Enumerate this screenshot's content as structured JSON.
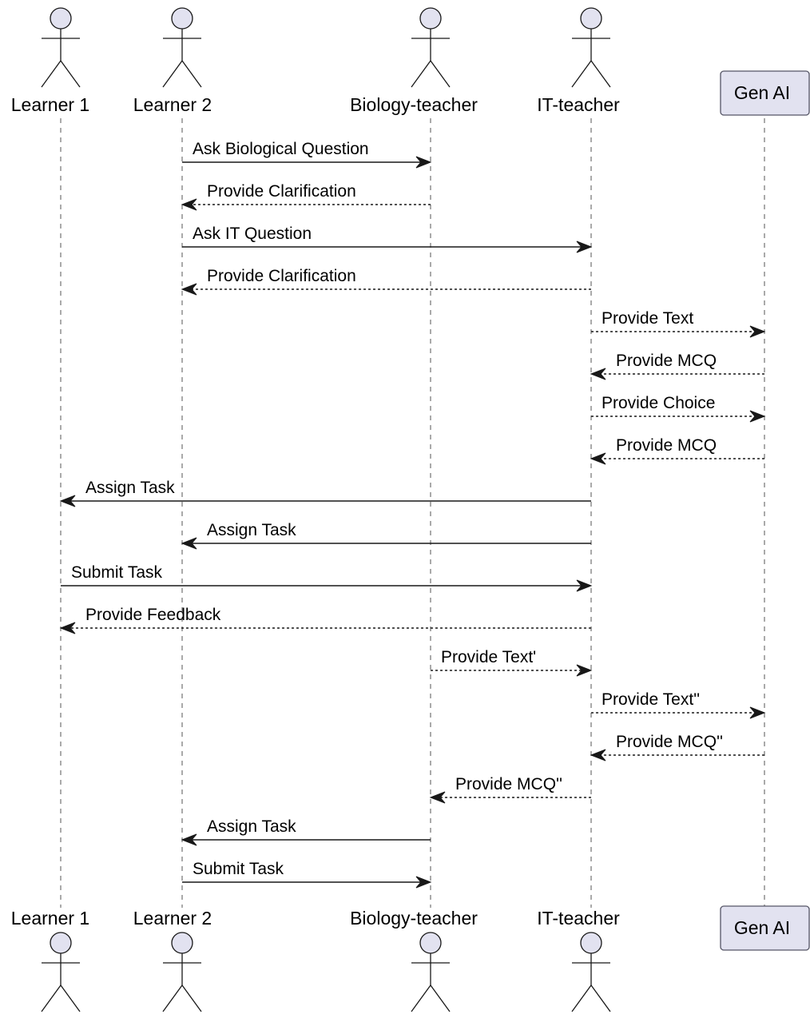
{
  "diagram": {
    "colors": {
      "actor_fill": "#e2e2f0",
      "actor_stroke": "#181818",
      "box_fill": "#e2e2f0",
      "box_stroke": "#555566",
      "lifeline": "#555555",
      "arrow": "#181818"
    },
    "participants": [
      {
        "id": "learner1",
        "label": "Learner 1",
        "kind": "actor"
      },
      {
        "id": "learner2",
        "label": "Learner 2",
        "kind": "actor"
      },
      {
        "id": "bio",
        "label": "Biology-teacher",
        "kind": "actor"
      },
      {
        "id": "it",
        "label": "IT-teacher",
        "kind": "actor"
      },
      {
        "id": "genai",
        "label": "Gen AI",
        "kind": "participant"
      }
    ],
    "messages": [
      {
        "from": "learner2",
        "to": "bio",
        "label": "Ask Biological Question",
        "style": "solid"
      },
      {
        "from": "bio",
        "to": "learner2",
        "label": "Provide Clarification",
        "style": "dashed"
      },
      {
        "from": "learner2",
        "to": "it",
        "label": "Ask IT Question",
        "style": "solid"
      },
      {
        "from": "it",
        "to": "learner2",
        "label": "Provide Clarification",
        "style": "dashed"
      },
      {
        "from": "it",
        "to": "genai",
        "label": "Provide Text",
        "style": "dashed"
      },
      {
        "from": "genai",
        "to": "it",
        "label": "Provide MCQ",
        "style": "dashed"
      },
      {
        "from": "it",
        "to": "genai",
        "label": "Provide Choice",
        "style": "dashed"
      },
      {
        "from": "genai",
        "to": "it",
        "label": "Provide MCQ",
        "style": "dashed"
      },
      {
        "from": "it",
        "to": "learner1",
        "label": "Assign Task",
        "style": "solid"
      },
      {
        "from": "it",
        "to": "learner2",
        "label": "Assign Task",
        "style": "solid"
      },
      {
        "from": "learner1",
        "to": "it",
        "label": "Submit Task",
        "style": "solid"
      },
      {
        "from": "it",
        "to": "learner1",
        "label": "Provide Feedback",
        "style": "dashed"
      },
      {
        "from": "bio",
        "to": "it",
        "label": "Provide Text'",
        "style": "dashed"
      },
      {
        "from": "it",
        "to": "genai",
        "label": "Provide Text''",
        "style": "dashed"
      },
      {
        "from": "genai",
        "to": "it",
        "label": "Provide MCQ''",
        "style": "dashed"
      },
      {
        "from": "it",
        "to": "bio",
        "label": "Provide MCQ''",
        "style": "dashed"
      },
      {
        "from": "bio",
        "to": "learner2",
        "label": "Assign Task",
        "style": "solid"
      },
      {
        "from": "learner2",
        "to": "bio",
        "label": "Submit Task",
        "style": "solid"
      }
    ]
  }
}
